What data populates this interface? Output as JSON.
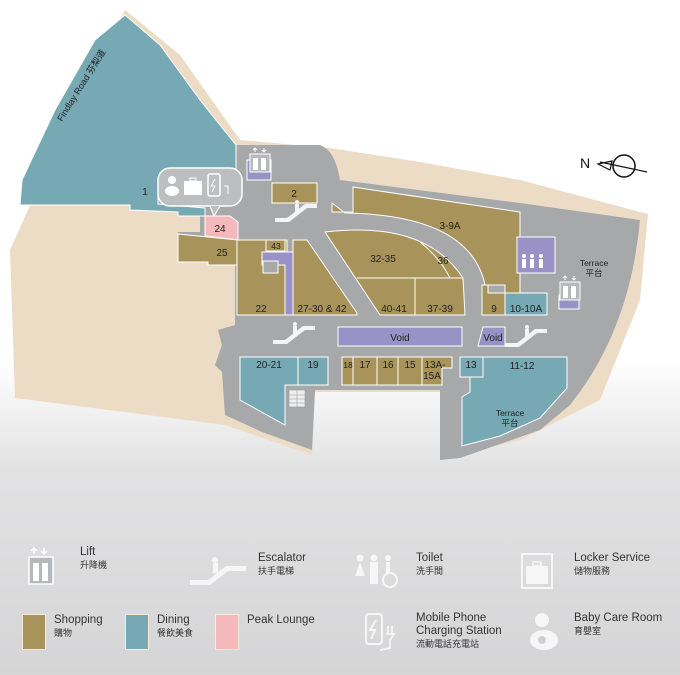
{
  "road_label": "Findlay Road 芬梨道",
  "compass_label": "N",
  "colors": {
    "shopping": "#a8945a",
    "dining": "#76a9b3",
    "peak_lounge": "#f5b9bb",
    "void": "#9a92c6",
    "corridor": "#a7a8aa",
    "land": "#ecdcc5"
  },
  "units": {
    "u1": "1",
    "u2": "2",
    "u3_9a": "3-9A",
    "u9": "9",
    "u10_10a": "10-10A",
    "u11_12": "11-12",
    "u13": "13",
    "u13a_15a_line1": "13A-",
    "u13a_15a_line2": "15A",
    "u15": "15",
    "u16": "16",
    "u17": "17",
    "u18": "18",
    "u19": "19",
    "u20_21": "20-21",
    "u22": "22",
    "u24": "24",
    "u25": "25",
    "u27_30_42": "27-30 & 42",
    "u32_35": "32-35",
    "u36": "36",
    "u37_39": "37-39",
    "u40_41": "40-41",
    "u43": "43"
  },
  "voids": {
    "main": "Void",
    "east": "Void"
  },
  "terraces": [
    {
      "en": "Terrace",
      "zh": "平台"
    },
    {
      "en": "Terrace",
      "zh": "平台"
    }
  ],
  "legend": {
    "lift": {
      "en": "Lift",
      "zh": "升降機"
    },
    "escalator": {
      "en": "Escalator",
      "zh": "扶手電梯"
    },
    "toilet": {
      "en": "Toilet",
      "zh": "洗手間"
    },
    "locker": {
      "en": "Locker Service",
      "zh": "儲物服務"
    },
    "shopping": {
      "en": "Shopping",
      "zh": "購物"
    },
    "dining": {
      "en": "Dining",
      "zh": "餐飲美食"
    },
    "peak_lounge": {
      "en": "Peak Lounge"
    },
    "charging": {
      "en1": "Mobile Phone",
      "en2": "Charging Station",
      "zh": "流動電話充電站"
    },
    "baby_care": {
      "en": "Baby Care Room",
      "zh": "育嬰室"
    }
  }
}
